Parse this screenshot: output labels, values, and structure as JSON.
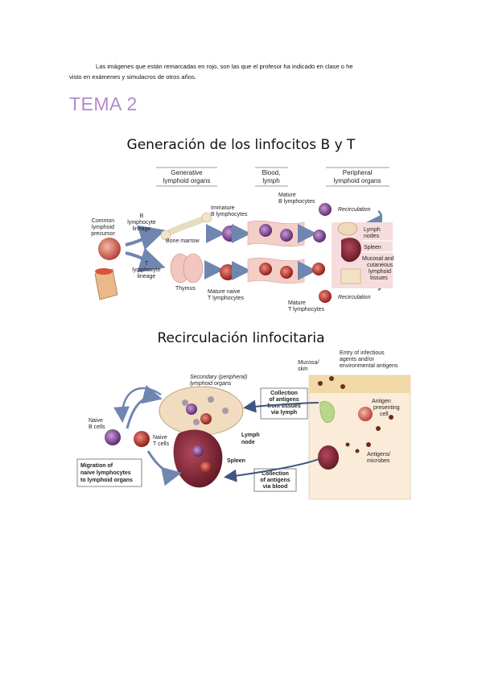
{
  "intro": {
    "line1": "Las imágenes que están remarcadas en rojo, son las que el profesor ha indicado en clase o he",
    "line2": "visto en exámenes y simulacros de otros años."
  },
  "heading": "TEMA 2",
  "figure1": {
    "title": "Generación de los linfocitos B y T",
    "header_generative": [
      "Generative",
      "lymphoid organs"
    ],
    "header_blood": [
      "Blood,",
      "lymph"
    ],
    "header_peripheral": [
      "Peripheral",
      "lymphoid organs"
    ],
    "common_precursor": [
      "Common",
      "lymphoid",
      "precursor"
    ],
    "b_lineage": [
      "B",
      "lymphocyte",
      "lineage"
    ],
    "t_lineage": [
      "T",
      "lymphocyte",
      "lineage"
    ],
    "bone_marrow": "Bone marrow",
    "thymus": "Thymus",
    "immature_b": [
      "Immature",
      "B lymphocytes"
    ],
    "mature_b": [
      "Mature",
      "B lymphocytes"
    ],
    "mature_naive_t": [
      "Mature naive",
      "T lymphocytes"
    ],
    "mature_t": [
      "Mature",
      "T lymphocytes"
    ],
    "recirculation_top": "Recirculation",
    "recirculation_bottom": "Recirculation",
    "lymph_nodes": [
      "Lymph",
      "nodes"
    ],
    "spleen": "Spleen",
    "mucosal": [
      "Mucosal and",
      "cutaneous",
      "lymphoid",
      "tissues"
    ]
  },
  "figure2": {
    "title": "Recirculación linfocitaria",
    "secondary_organs": [
      "Secondary (peripheral)",
      "lymphoid organs"
    ],
    "mucosa_skin": [
      "Mucosa/",
      "skin"
    ],
    "entry": [
      "Entry of infectious",
      "agents and/or",
      "environmental antigens"
    ],
    "collection_lymph": [
      "Collection",
      "of antigens",
      "from tissues",
      "via lymph"
    ],
    "antigen_presenting": [
      "Antigen",
      "presenting",
      "cell"
    ],
    "naive_b": [
      "Naive",
      "B cells"
    ],
    "naive_t": [
      "Naive",
      "T cells"
    ],
    "lymph_node": [
      "Lymph",
      "node"
    ],
    "spleen": "Spleen",
    "antigens_microbes": [
      "Antigens/",
      "microbes"
    ],
    "migration": [
      "Migration of",
      "naive lymphocytes",
      "to lymphoid organs"
    ],
    "collection_blood": [
      "Collection",
      "of antigens",
      "via blood"
    ]
  },
  "colors": {
    "heading": "#b48ac8",
    "b_cell": "#7a3a8c",
    "t_cell": "#c0362c",
    "pink_panel": "#f6dcdc",
    "arrow": "#6f86b0"
  }
}
